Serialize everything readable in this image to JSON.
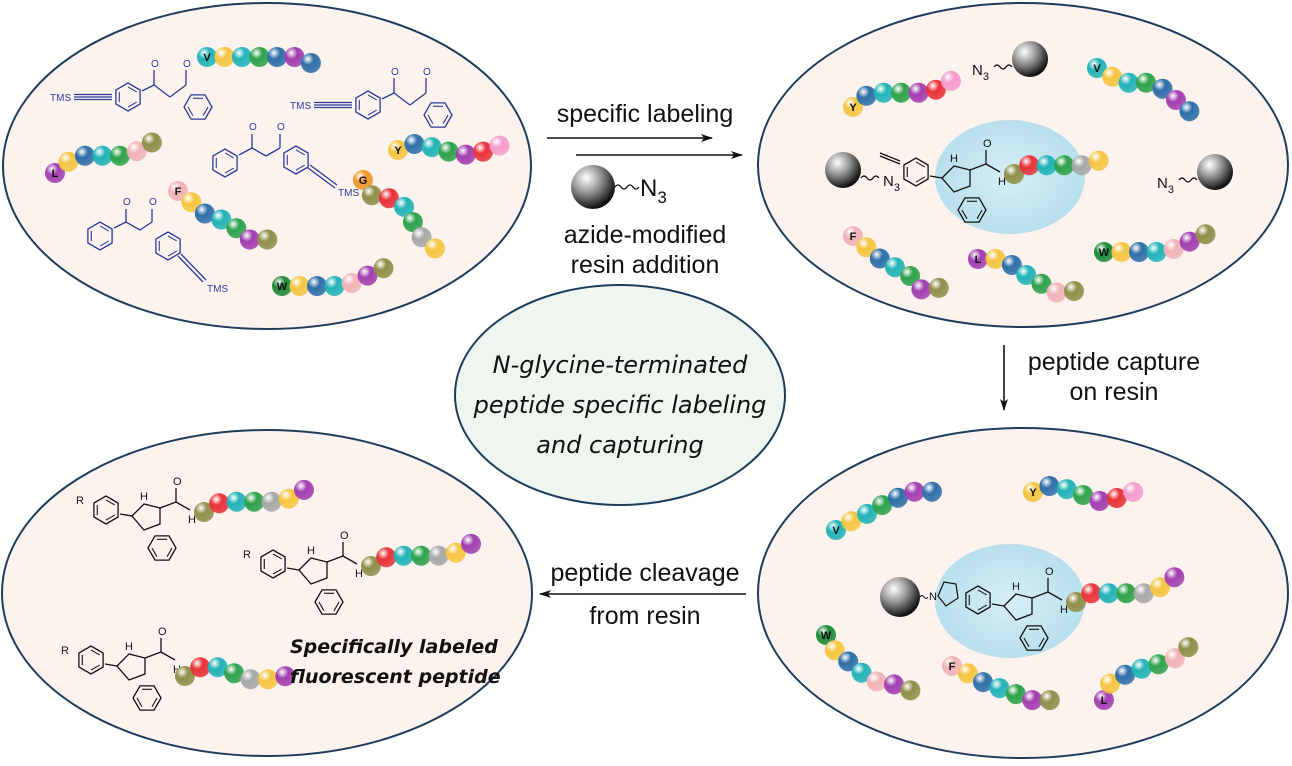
{
  "figure": {
    "center_title_lines": [
      "N-glycine-terminated",
      "peptide specific labeling",
      "and capturing"
    ],
    "steps": {
      "step1_above": "specific labeling",
      "step1_reagent_group": "N",
      "step1_reagent_subscript": "3",
      "step1_below_line1": "azide-modified",
      "step1_below_line2": "resin addition",
      "step2_line1": "peptide capture",
      "step2_line2": "on resin",
      "step3_above": "peptide cleavage",
      "step3_below": "from resin"
    },
    "final_label_lines": [
      "Specifically labeled",
      "fluorescent peptide"
    ],
    "chem_labels": {
      "tms": "TMS",
      "oxygen": "O",
      "nh": "H",
      "n": "N",
      "r_group": "R",
      "azide": "N",
      "azide_sub": "3"
    }
  },
  "colors": {
    "panel_fill": "#fdf3ee",
    "panel_stroke": "#1f3c5c",
    "center_fill": "#eef6ef",
    "highlight": "#bfe3ef",
    "reagent_blue": "#2a3a9a",
    "beads": {
      "yellow": "#f5c542",
      "blue": "#2f6fa8",
      "teal": "#22b3b8",
      "green": "#2fa24c",
      "purple": "#a23fb0",
      "olive": "#8f8f4a",
      "pink": "#f0b3b8",
      "hotpink": "#f59ccc",
      "red": "#e8333a",
      "grey": "#a8a8a8",
      "orange": "#f0962a",
      "darkgreen": "#1f8a3a"
    }
  },
  "peptides": {
    "panel1": [
      {
        "terminus": "V",
        "terminus_color": "teal",
        "beads": [
          "yellow",
          "teal",
          "green",
          "blue",
          "purple",
          "blue"
        ]
      },
      {
        "terminus": "L",
        "terminus_color": "purple",
        "beads": [
          "yellow",
          "blue",
          "teal",
          "green",
          "pink",
          "olive"
        ]
      },
      {
        "terminus": "Y",
        "terminus_color": "yellow",
        "beads": [
          "blue",
          "teal",
          "green",
          "purple",
          "red",
          "hotpink"
        ]
      },
      {
        "terminus": "G",
        "terminus_color": "orange",
        "beads": [
          "olive",
          "red",
          "teal",
          "green",
          "grey",
          "yellow"
        ]
      },
      {
        "terminus": "F",
        "terminus_color": "pink",
        "beads": [
          "yellow",
          "blue",
          "teal",
          "green",
          "purple",
          "olive"
        ]
      },
      {
        "terminus": "W",
        "terminus_color": "darkgreen",
        "beads": [
          "yellow",
          "blue",
          "teal",
          "pink",
          "purple",
          "olive"
        ]
      }
    ],
    "panel2": [
      {
        "terminus": "Y",
        "terminus_color": "yellow",
        "beads": [
          "blue",
          "teal",
          "green",
          "purple",
          "red",
          "hotpink"
        ]
      },
      {
        "terminus": "V",
        "terminus_color": "teal",
        "beads": [
          "yellow",
          "teal",
          "green",
          "blue",
          "purple",
          "blue"
        ]
      },
      {
        "terminus": "F",
        "terminus_color": "pink",
        "beads": [
          "yellow",
          "blue",
          "teal",
          "green",
          "purple",
          "olive"
        ]
      },
      {
        "terminus": "L",
        "terminus_color": "purple",
        "beads": [
          "yellow",
          "blue",
          "teal",
          "green",
          "pink",
          "olive"
        ]
      },
      {
        "terminus": "W",
        "terminus_color": "darkgreen",
        "beads": [
          "yellow",
          "blue",
          "teal",
          "pink",
          "purple",
          "olive"
        ]
      },
      {
        "terminus": "",
        "terminus_color": "olive",
        "beads": [
          "red",
          "teal",
          "green",
          "grey",
          "yellow"
        ],
        "labeled": true
      }
    ],
    "panel3": [
      {
        "terminus": "V",
        "terminus_color": "teal",
        "beads": [
          "yellow",
          "teal",
          "green",
          "blue",
          "purple",
          "blue"
        ]
      },
      {
        "terminus": "Y",
        "terminus_color": "yellow",
        "beads": [
          "blue",
          "teal",
          "green",
          "purple",
          "red",
          "hotpink"
        ]
      },
      {
        "terminus": "W",
        "terminus_color": "darkgreen",
        "beads": [
          "yellow",
          "blue",
          "teal",
          "pink",
          "purple",
          "olive"
        ]
      },
      {
        "terminus": "F",
        "terminus_color": "pink",
        "beads": [
          "yellow",
          "blue",
          "teal",
          "green",
          "purple",
          "olive"
        ]
      },
      {
        "terminus": "L",
        "terminus_color": "purple",
        "beads": [
          "yellow",
          "blue",
          "teal",
          "green",
          "pink",
          "olive"
        ]
      },
      {
        "terminus": "",
        "terminus_color": "olive",
        "beads": [
          "red",
          "teal",
          "green",
          "grey",
          "yellow",
          "purple"
        ],
        "labeled": true
      }
    ],
    "panel4": [
      {
        "terminus": "",
        "terminus_color": "olive",
        "beads": [
          "red",
          "teal",
          "green",
          "grey",
          "yellow",
          "purple"
        ],
        "labeled": true
      },
      {
        "terminus": "",
        "terminus_color": "olive",
        "beads": [
          "red",
          "teal",
          "green",
          "grey",
          "yellow",
          "purple"
        ],
        "labeled": true
      },
      {
        "terminus": "",
        "terminus_color": "olive",
        "beads": [
          "red",
          "teal",
          "green",
          "grey",
          "yellow",
          "purple"
        ],
        "labeled": true
      }
    ]
  }
}
